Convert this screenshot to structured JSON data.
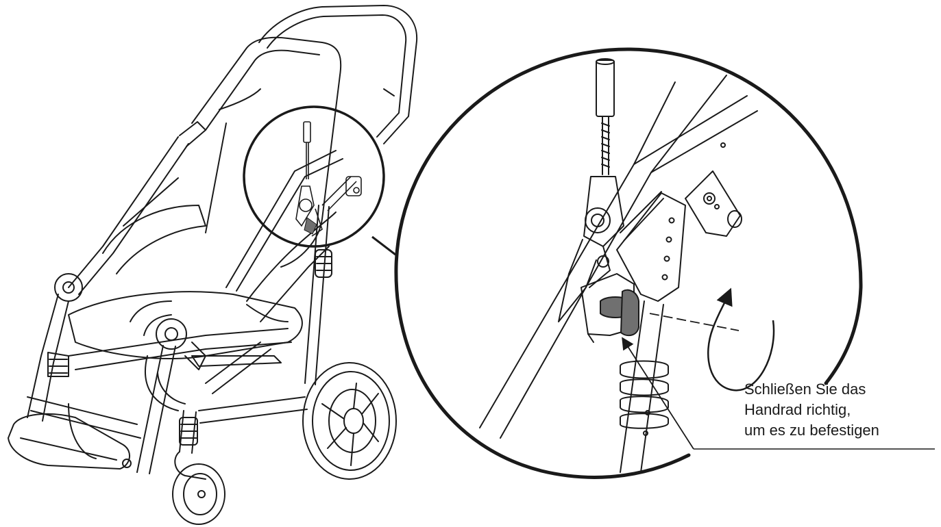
{
  "instruction": {
    "lines": [
      "Schließen Sie das",
      "Handrad richtig,",
      "um es zu befestigen"
    ]
  },
  "colors": {
    "stroke": "#1a1a1a",
    "knob": "#707070",
    "background": "#ffffff"
  },
  "icons": {
    "detail_view": "magnified-hinge-detail",
    "rotation": "rotate-arrow-icon",
    "knob": "hand-wheel-knob"
  }
}
